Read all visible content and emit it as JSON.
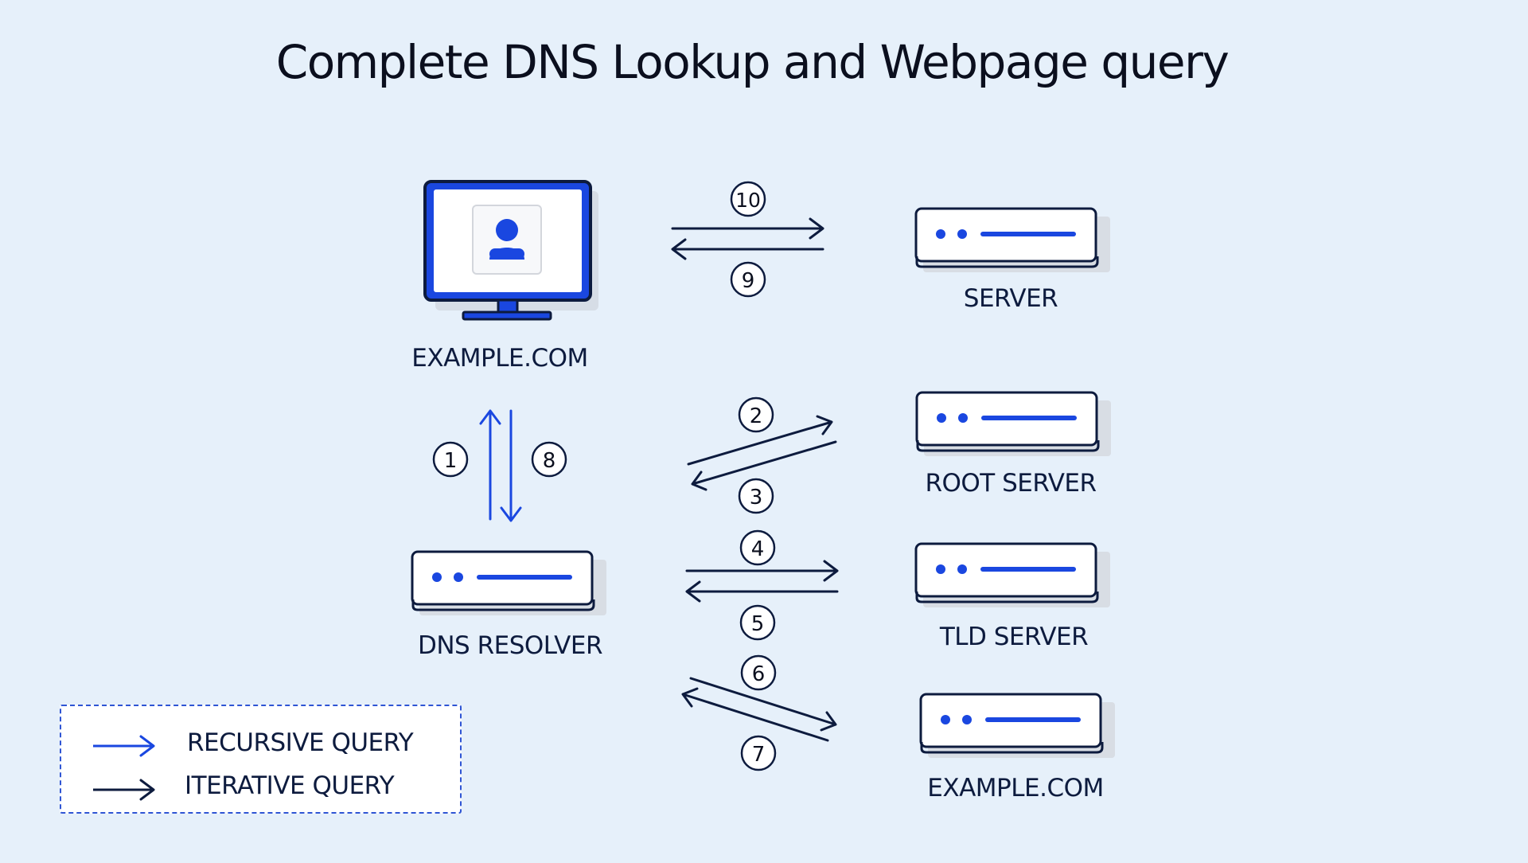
{
  "title": "Complete DNS Lookup and Webpage query",
  "nodes": {
    "client": {
      "label": "EXAMPLE.COM",
      "icon": "computer-user-icon"
    },
    "server": {
      "label": "SERVER",
      "icon": "server-icon"
    },
    "root_server": {
      "label": "ROOT SERVER",
      "icon": "server-icon"
    },
    "tld_server": {
      "label": "TLD SERVER",
      "icon": "server-icon"
    },
    "dns_resolver": {
      "label": "DNS RESOLVER",
      "icon": "server-icon"
    },
    "authoritative": {
      "label": "EXAMPLE.COM",
      "icon": "server-icon"
    }
  },
  "steps": [
    "1",
    "2",
    "3",
    "4",
    "5",
    "6",
    "7",
    "8",
    "9",
    "10"
  ],
  "legend": {
    "recursive": "RECURSIVE QUERY",
    "iterative": "ITERATIVE QUERY"
  },
  "colors": {
    "background": "#e6f0fa",
    "recursive": "#1a47e0",
    "iterative": "#0d1b3e",
    "accent": "#1a47e0"
  }
}
